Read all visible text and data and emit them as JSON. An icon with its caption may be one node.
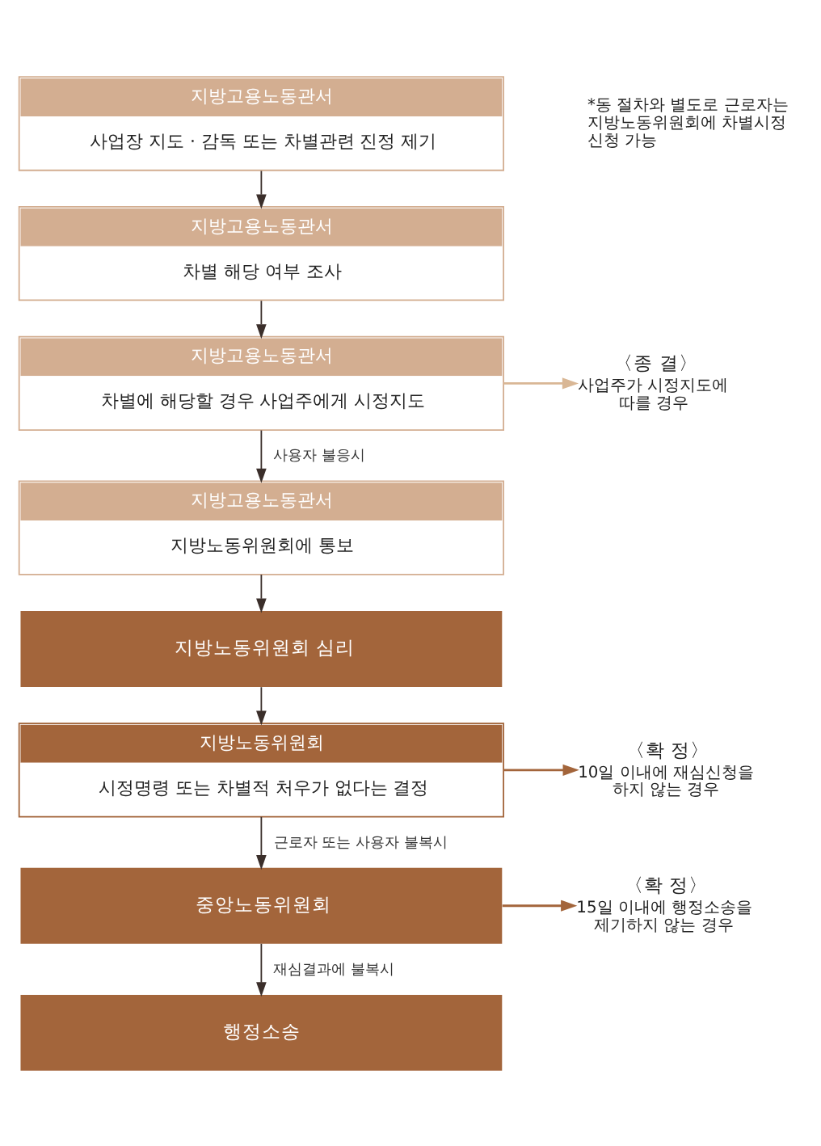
{
  "diagram": {
    "nodes": [
      {
        "text": [
          "지방고용노동관서",
          "사업장 지도 · 감독 또는 차별관련 진정 제기"
        ]
      },
      {
        "text": [
          "지방고용노동관서",
          "차별 해당 여부 조사"
        ]
      },
      {
        "text": [
          "지방고용노동관서",
          "차별에 해당할 경우 사업주에게 시정지도"
        ]
      },
      {
        "text": [
          "〈종 결〉",
          "사업주가 시정지도에 따를 경우"
        ]
      },
      {
        "text": [
          "지방고용노동관서",
          "지방노동위원회에 통보"
        ]
      },
      {
        "text": [
          "지방노동위원회 심리"
        ]
      },
      {
        "text": [
          "지방노동위원회",
          "시정명령 또는 차별적 처우가 없다는 결정"
        ]
      },
      {
        "text": [
          "〈확 정〉",
          "10일 이내에 재심신청을 하지 않는 경우"
        ]
      },
      {
        "text": [
          "중앙노동위원회"
        ]
      },
      {
        "text": [
          "〈확 정〉",
          "15일 이내에 행정소송을 제기하지 않는 경우"
        ]
      },
      {
        "text": [
          "행정소송"
        ]
      }
    ],
    "edges": [
      {
        "from": 0,
        "to": 1,
        "arrow": "to"
      },
      {
        "from": 1,
        "to": 2,
        "arrow": "to"
      },
      {
        "from": 2,
        "to": 3,
        "arrow": "to",
        "color": "#d9b795"
      },
      {
        "from": 2,
        "to": 4,
        "arrow": "to",
        "label": "사용자 불응시"
      },
      {
        "from": 4,
        "to": 5,
        "arrow": "to"
      },
      {
        "from": 5,
        "to": 6,
        "arrow": "to"
      },
      {
        "from": 6,
        "to": 7,
        "arrow": "to",
        "color": "#a3653b"
      },
      {
        "from": 6,
        "to": 8,
        "arrow": "to",
        "label": "근로자 또는 사용자 불복시"
      },
      {
        "from": 8,
        "to": 9,
        "arrow": "to",
        "color": "#a3653b"
      },
      {
        "from": 8,
        "to": 10,
        "arrow": "to",
        "label": "재심결과에 불복시"
      }
    ],
    "labels": [
      "*동 절차와 별도로 근로자는 지방노동위원회에 차별시정 신청 가능"
    ]
  }
}
